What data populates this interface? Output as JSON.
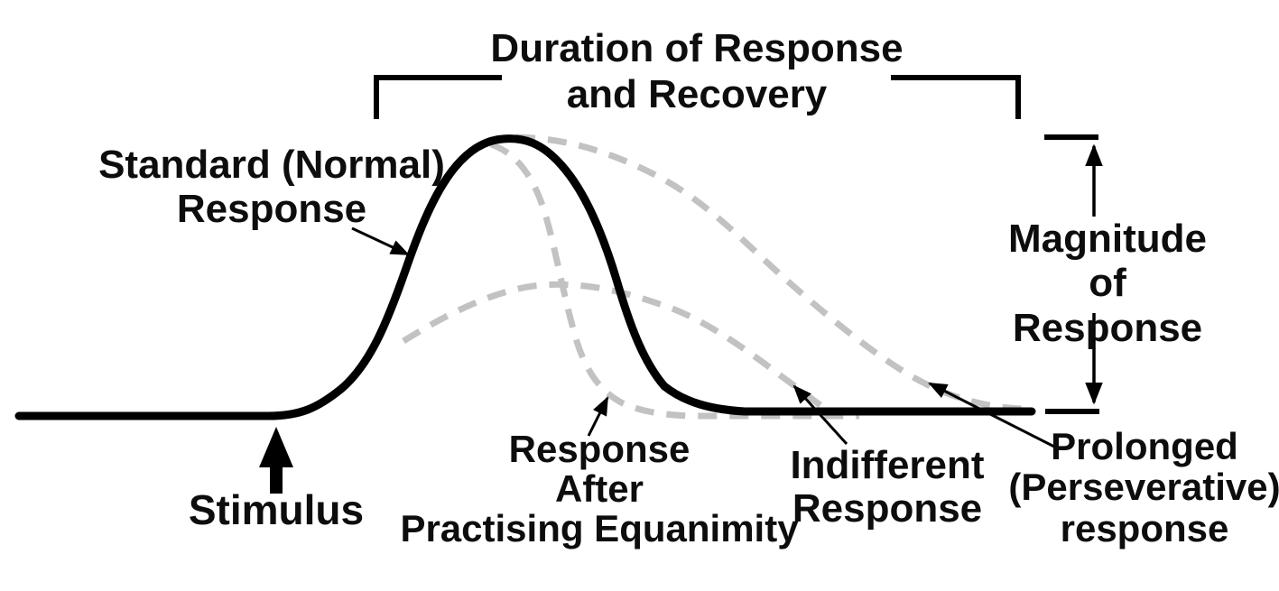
{
  "background": "#ffffff",
  "colors": {
    "curve_black": "#000000",
    "curve_gray": "#c2c2c2",
    "text": "#0d0d0d"
  },
  "annotations": {
    "duration_title": "Duration of Response\nand Recovery",
    "standard_label": "Standard (Normal)\nResponse",
    "stimulus_label": "Stimulus",
    "equanimity_label": "Response\nAfter\nPractising Equanimity",
    "indifferent_label": "Indifferent\nResponse",
    "prolonged_label": "Prolonged\n(Perseverative)\nresponse",
    "magnitude_label": "Magnitude of\nResponse"
  },
  "curves": [
    {
      "name": "Standard (Normal) Response",
      "style": "solid",
      "color": "#000000"
    },
    {
      "name": "Response After Practising Equanimity",
      "style": "dashed",
      "color": "#c2c2c2"
    },
    {
      "name": "Indifferent Response",
      "style": "dashed",
      "color": "#c2c2c2"
    },
    {
      "name": "Prolonged (Perseverative) response",
      "style": "dashed",
      "color": "#c2c2c2"
    }
  ]
}
